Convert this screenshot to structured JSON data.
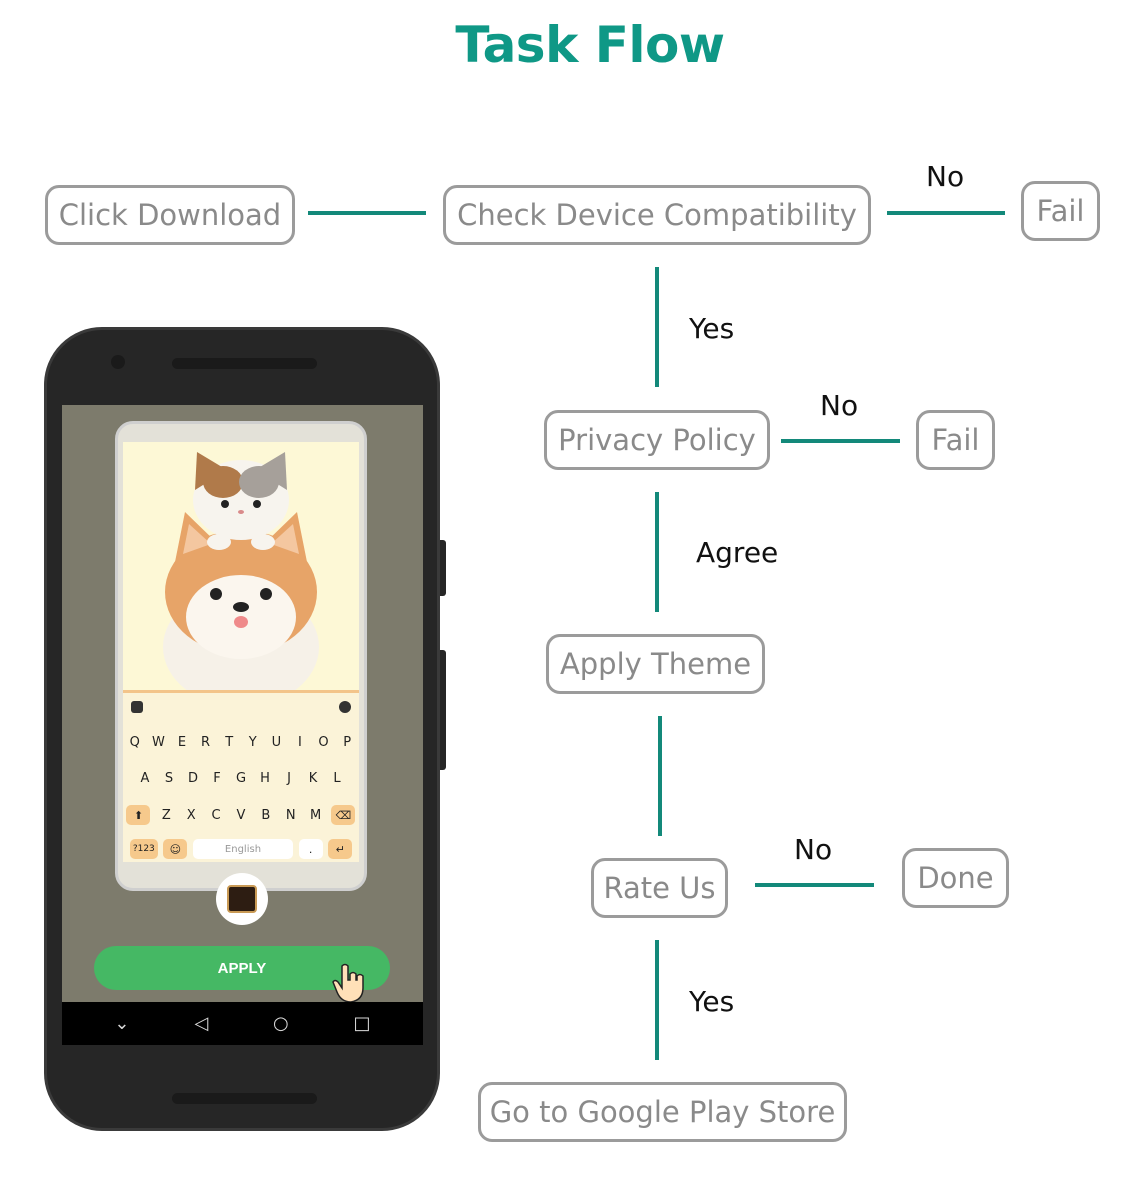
{
  "title": "Task Flow",
  "nodes": {
    "click_download": "Click Download",
    "check_device": "Check Device Compatibility",
    "fail_1": "Fail",
    "privacy_policy": "Privacy Policy",
    "fail_2": "Fail",
    "apply_theme": "Apply Theme",
    "rate_us": "Rate Us",
    "done": "Done",
    "google_play": "Go to Google Play Store"
  },
  "edge_labels": {
    "check_no": "No",
    "check_yes": "Yes",
    "privacy_no": "No",
    "privacy_agree": "Agree",
    "rate_no": "No",
    "rate_yes": "Yes"
  },
  "phone": {
    "apply_label": "APPLY",
    "keyboard_language": "English",
    "numbers_key": "?123",
    "row1": [
      "Q",
      "W",
      "E",
      "R",
      "T",
      "Y",
      "U",
      "I",
      "O",
      "P"
    ],
    "row2": [
      "A",
      "S",
      "D",
      "F",
      "G",
      "H",
      "J",
      "K",
      "L"
    ],
    "row3": [
      "Z",
      "X",
      "C",
      "V",
      "B",
      "N",
      "M"
    ]
  },
  "colors": {
    "accent": "#0f9886",
    "connector": "#13897a",
    "node_border": "#9b9b9b",
    "apply_button": "#45b864"
  }
}
